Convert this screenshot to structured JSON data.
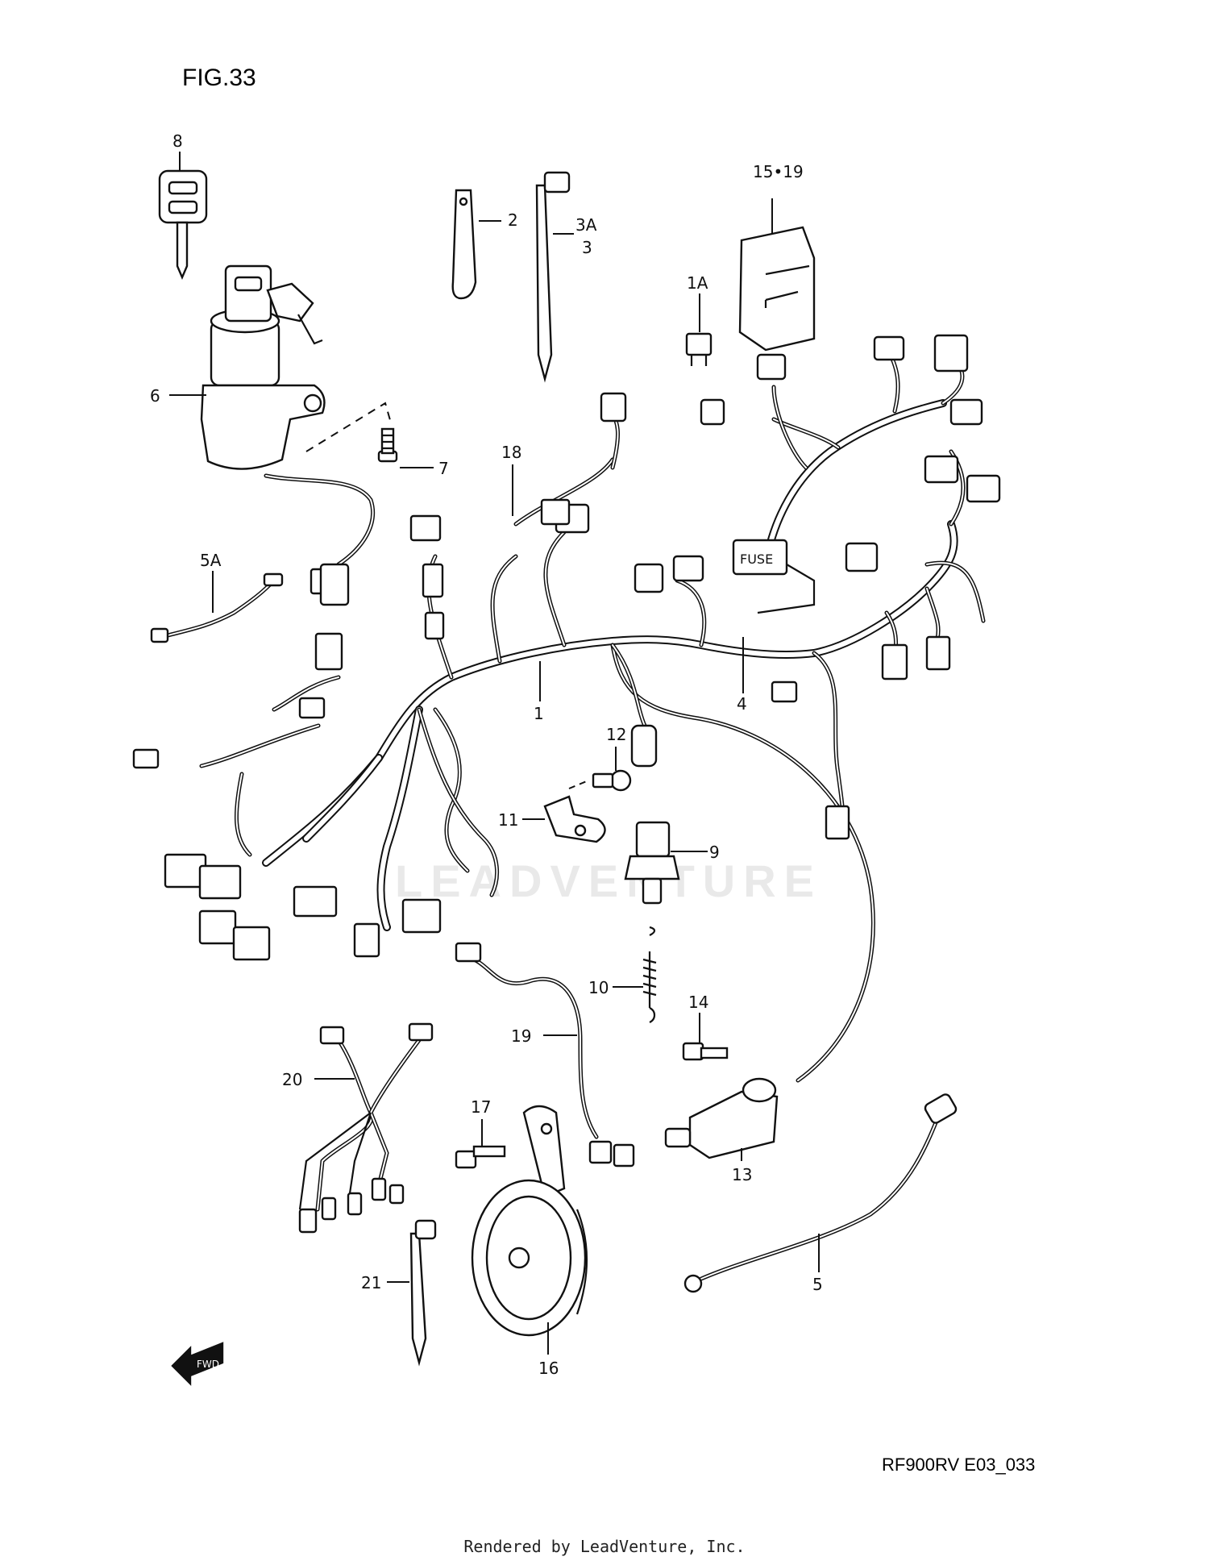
{
  "figure": {
    "title": "FIG.33",
    "drawing_code": "RF900RV E03_033",
    "footer": "Rendered by LeadVenture, Inc.",
    "watermark": "LEADVENTURE"
  },
  "callouts": [
    {
      "id": "1",
      "label": "1"
    },
    {
      "id": "1A",
      "label": "1A"
    },
    {
      "id": "2",
      "label": "2"
    },
    {
      "id": "3A",
      "label": "3A"
    },
    {
      "id": "3",
      "label": "3"
    },
    {
      "id": "4",
      "label": "4"
    },
    {
      "id": "5",
      "label": "5"
    },
    {
      "id": "5A",
      "label": "5A"
    },
    {
      "id": "6",
      "label": "6"
    },
    {
      "id": "7",
      "label": "7"
    },
    {
      "id": "8",
      "label": "8"
    },
    {
      "id": "9",
      "label": "9"
    },
    {
      "id": "10",
      "label": "10"
    },
    {
      "id": "11",
      "label": "11"
    },
    {
      "id": "12",
      "label": "12"
    },
    {
      "id": "13",
      "label": "13"
    },
    {
      "id": "14",
      "label": "14"
    },
    {
      "id": "15-19",
      "label": "15•19"
    },
    {
      "id": "16",
      "label": "16"
    },
    {
      "id": "17",
      "label": "17"
    },
    {
      "id": "18",
      "label": "18"
    },
    {
      "id": "19",
      "label": "19"
    },
    {
      "id": "20",
      "label": "20"
    },
    {
      "id": "21",
      "label": "21"
    }
  ],
  "fuse_label": "FUSE",
  "fwd_label": "FWD"
}
